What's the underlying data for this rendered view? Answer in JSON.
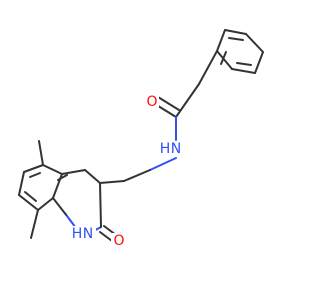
{
  "molecule": {
    "atom_labels": {
      "amide_oxygen": "O",
      "amide_nitrogen": "N",
      "amide_hydrogen": "H",
      "ring_oxygen": "O",
      "ring_nh_h": "H",
      "ring_nh_n": "N"
    },
    "colors": {
      "carbon_bond": "#333333",
      "nitrogen": "#3050f8",
      "oxygen": "#ff0d0d",
      "background": "#ffffff"
    }
  }
}
